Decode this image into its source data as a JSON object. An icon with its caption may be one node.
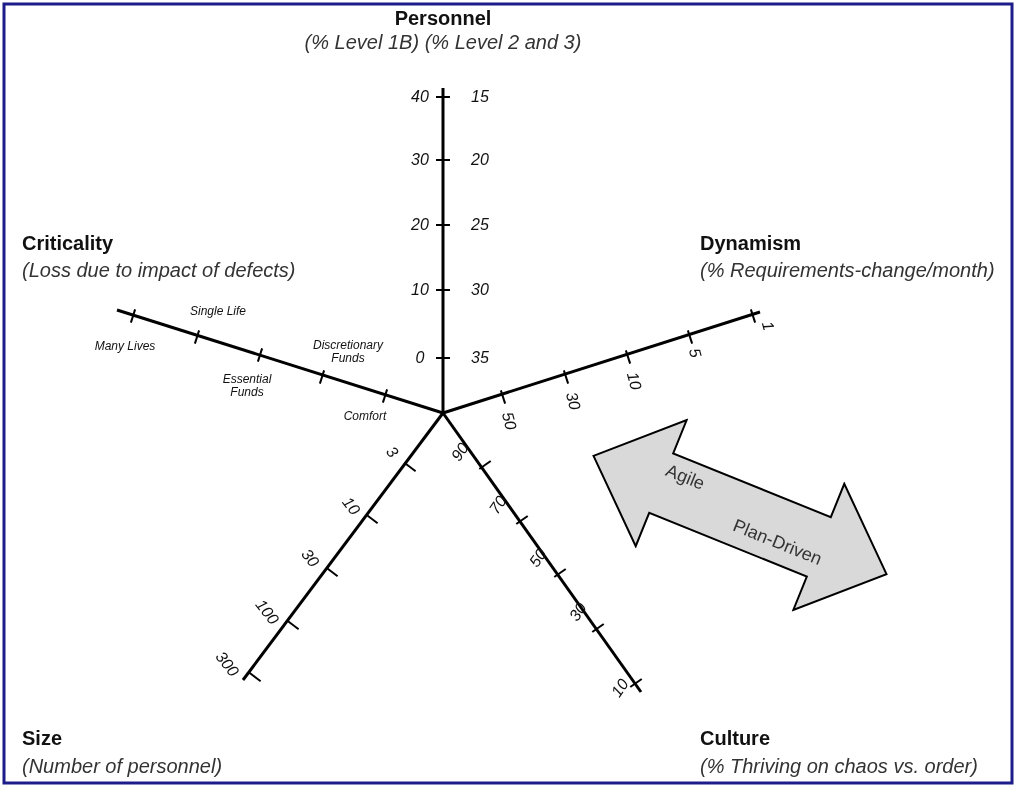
{
  "diagram": {
    "nodes": [
      {
        "text": [
          "Agile",
          "Plan-Driven"
        ]
      }
    ],
    "edges": [],
    "labels": [
      "Personnel",
      "(% Level 1B) (% Level 2 and 3)",
      "40",
      "15",
      "30",
      "20",
      "20",
      "25",
      "10",
      "30",
      "0",
      "35",
      "Criticality",
      "(Loss due to impact of defects)",
      "Dynamism",
      "(% Requirements-change/month)",
      "Single Life",
      "Discretionary Funds",
      "Many Lives",
      "Essential Funds",
      "Comfort",
      "1",
      "5",
      "10",
      "30",
      "50",
      "3",
      "90",
      "10",
      "70",
      "30",
      "50",
      "100",
      "30",
      "300",
      "10",
      "Size",
      "(Number of personnel)",
      "Culture",
      "(% Thriving on chaos vs. order)"
    ]
  }
}
